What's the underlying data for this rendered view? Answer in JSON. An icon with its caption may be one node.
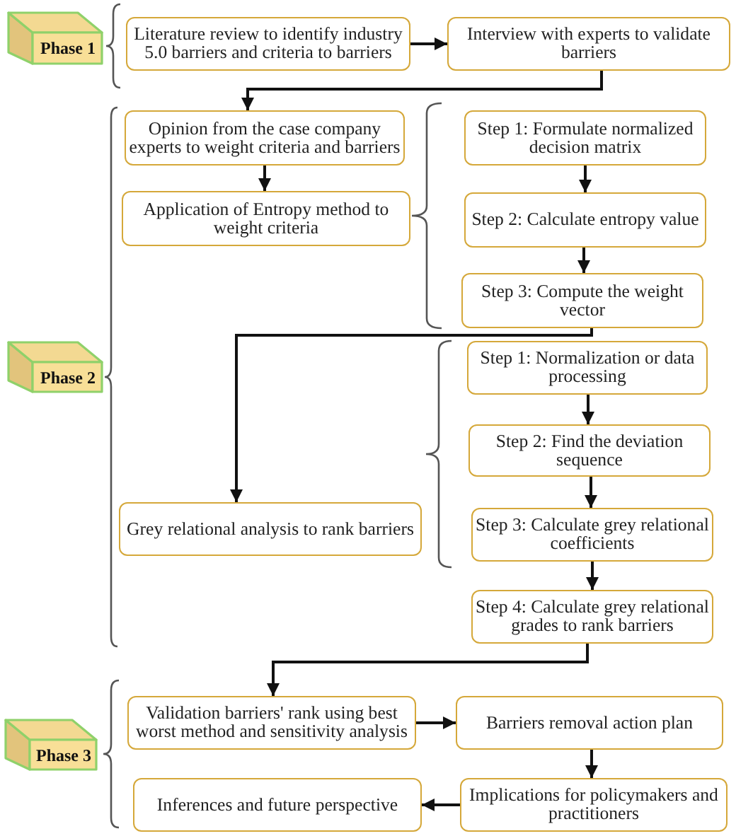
{
  "diagram": {
    "nodes": [
      {
        "text": [
          "Phase 1"
        ]
      },
      {
        "text": [
          "Literature review to identify industry 5.0 barriers and criteria to barriers"
        ]
      },
      {
        "text": [
          "Interview with experts to validate barriers"
        ]
      },
      {
        "text": [
          "Phase 2"
        ]
      },
      {
        "text": [
          "Opinion from the case company experts to weight criteria and barriers"
        ]
      },
      {
        "text": [
          "Application of Entropy method to weight criteria"
        ]
      },
      {
        "text": [
          "Step 1: Formulate normalized decision matrix"
        ]
      },
      {
        "text": [
          "Step 2: Calculate entropy value"
        ]
      },
      {
        "text": [
          "Step 3: Compute the weight vector"
        ]
      },
      {
        "text": [
          "Step 1: Normalization or data processing"
        ]
      },
      {
        "text": [
          "Step 2: Find the deviation sequence"
        ]
      },
      {
        "text": [
          "Grey relational analysis to rank barriers"
        ]
      },
      {
        "text": [
          "Step 3: Calculate grey relational coefficients"
        ]
      },
      {
        "text": [
          "Step 4: Calculate grey relational grades to rank barriers"
        ]
      },
      {
        "text": [
          "Phase 3"
        ]
      },
      {
        "text": [
          "Validation barriers' rank using best worst method and sensitivity analysis"
        ]
      },
      {
        "text": [
          "Barriers removal action plan"
        ]
      },
      {
        "text": [
          "Implications for policymakers and practitioners"
        ]
      },
      {
        "text": [
          "Inferences and future perspective"
        ]
      }
    ],
    "edges": [
      {
        "from": 1,
        "to": 2,
        "arrow": "to"
      },
      {
        "from": 2,
        "to": 4,
        "arrow": "to"
      },
      {
        "from": 4,
        "to": 5,
        "arrow": "to"
      },
      {
        "from": 6,
        "to": 7,
        "arrow": "to"
      },
      {
        "from": 7,
        "to": 8,
        "arrow": "to"
      },
      {
        "from": 8,
        "to": 11,
        "arrow": "to"
      },
      {
        "from": 9,
        "to": 10,
        "arrow": "to"
      },
      {
        "from": 10,
        "to": 12,
        "arrow": "to"
      },
      {
        "from": 12,
        "to": 13,
        "arrow": "to"
      },
      {
        "from": 13,
        "to": 15,
        "arrow": "to"
      },
      {
        "from": 15,
        "to": 16,
        "arrow": "to"
      },
      {
        "from": 16,
        "to": 17,
        "arrow": "to"
      },
      {
        "from": 17,
        "to": 18,
        "arrow": "to"
      }
    ]
  }
}
